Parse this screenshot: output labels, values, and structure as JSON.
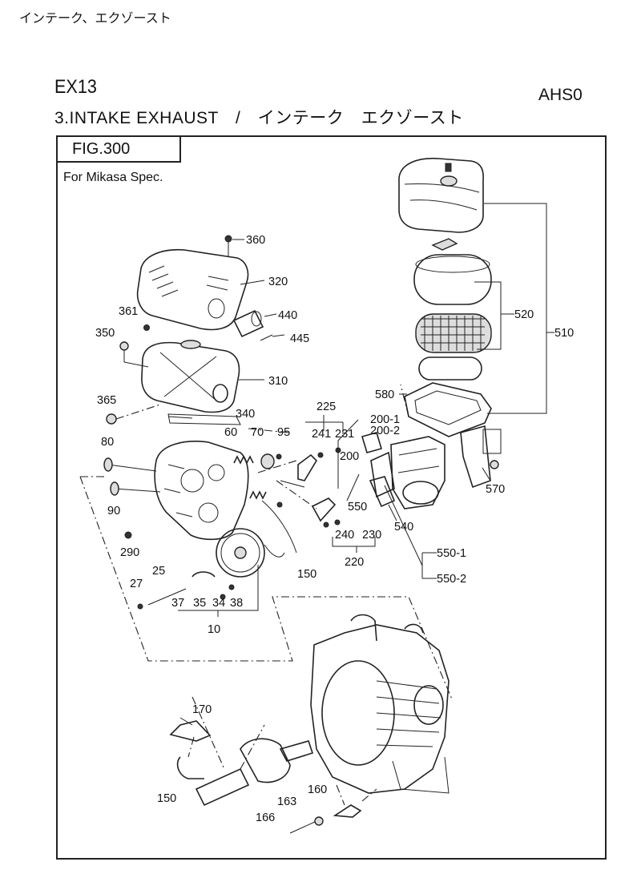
{
  "header": {
    "top_caption": "インテーク、エクゾースト",
    "model": "EX13",
    "section": "3.INTAKE EXHAUST　/　インテーク　エクゾースト",
    "code": "AHS0"
  },
  "figure": {
    "title": "FIG.300",
    "spec_note": "For Mikasa Spec."
  },
  "callouts": [
    {
      "part": "360",
      "text": "360"
    },
    {
      "part": "320",
      "text": "320"
    },
    {
      "part": "361",
      "text": "361"
    },
    {
      "part": "440",
      "text": "440"
    },
    {
      "part": "350",
      "text": "350"
    },
    {
      "part": "445",
      "text": "445"
    },
    {
      "part": "310",
      "text": "310"
    },
    {
      "part": "365",
      "text": "365"
    },
    {
      "part": "340",
      "text": "340"
    },
    {
      "part": "225",
      "text": "225"
    },
    {
      "part": "580",
      "text": "580"
    },
    {
      "part": "200-1",
      "text": "200-1"
    },
    {
      "part": "200-2",
      "text": "200-2"
    },
    {
      "part": "241",
      "text": "241"
    },
    {
      "part": "231",
      "text": "231"
    },
    {
      "part": "80",
      "text": "80"
    },
    {
      "part": "60",
      "text": "60"
    },
    {
      "part": "70",
      "text": "70"
    },
    {
      "part": "95",
      "text": "95"
    },
    {
      "part": "200",
      "text": "200"
    },
    {
      "part": "570",
      "text": "570"
    },
    {
      "part": "90",
      "text": "90"
    },
    {
      "part": "550",
      "text": "550"
    },
    {
      "part": "540",
      "text": "540"
    },
    {
      "part": "240",
      "text": "240"
    },
    {
      "part": "230",
      "text": "230"
    },
    {
      "part": "290",
      "text": "290"
    },
    {
      "part": "220",
      "text": "220"
    },
    {
      "part": "550-1",
      "text": "550-1"
    },
    {
      "part": "150a",
      "text": "150"
    },
    {
      "part": "550-2",
      "text": "550-2"
    },
    {
      "part": "25",
      "text": "25"
    },
    {
      "part": "27",
      "text": "27"
    },
    {
      "part": "37",
      "text": "37"
    },
    {
      "part": "35",
      "text": "35"
    },
    {
      "part": "34",
      "text": "34"
    },
    {
      "part": "38",
      "text": "38"
    },
    {
      "part": "10",
      "text": "10"
    },
    {
      "part": "170",
      "text": "170"
    },
    {
      "part": "150b",
      "text": "150"
    },
    {
      "part": "160",
      "text": "160"
    },
    {
      "part": "163",
      "text": "163"
    },
    {
      "part": "166",
      "text": "166"
    },
    {
      "part": "520",
      "text": "520"
    },
    {
      "part": "510",
      "text": "510"
    }
  ]
}
